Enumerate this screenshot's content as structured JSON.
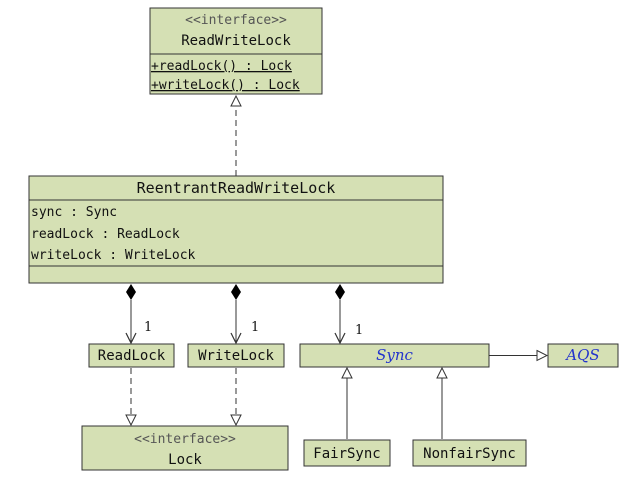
{
  "colors": {
    "box_fill": "#d5e0b4",
    "border": "#333333",
    "text": "#111111",
    "italic_text": "#2233cc",
    "stereotype": "#555555"
  },
  "read_write_lock": {
    "stereotype": "<<interface>>",
    "name": "ReadWriteLock",
    "methods": [
      "+readLock() : Lock",
      "+writeLock() : Lock"
    ]
  },
  "reentrant_read_write_lock": {
    "name": "ReentrantReadWriteLock",
    "fields": [
      "sync : Sync",
      "readLock : ReadLock",
      "writeLock : WriteLock"
    ]
  },
  "read_lock": {
    "name": "ReadLock"
  },
  "write_lock": {
    "name": "WriteLock"
  },
  "sync": {
    "name": "Sync"
  },
  "aqs": {
    "name": "AQS"
  },
  "lock": {
    "stereotype": "<<interface>>",
    "name": "Lock"
  },
  "fair_sync": {
    "name": "FairSync"
  },
  "nonfair_sync": {
    "name": "NonfairSync"
  },
  "multiplicities": {
    "read_lock": "1",
    "write_lock": "1",
    "sync": "1"
  }
}
